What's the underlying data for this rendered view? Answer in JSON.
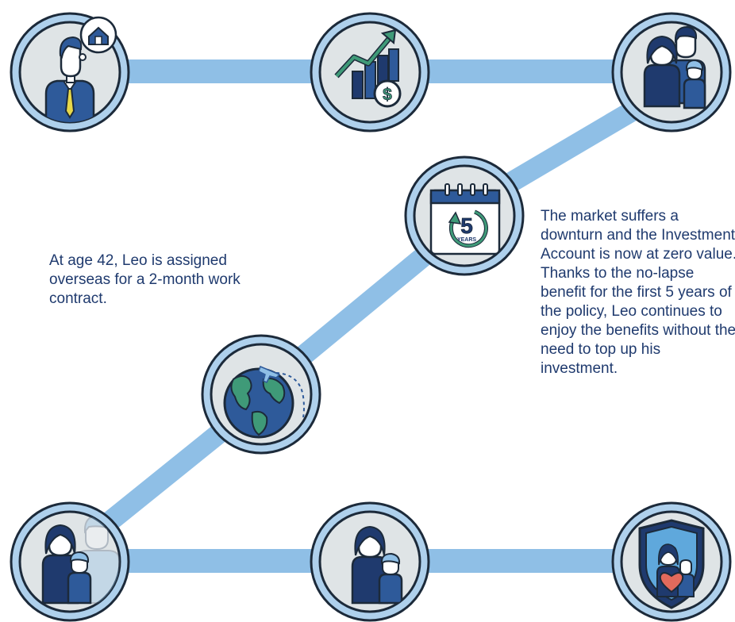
{
  "palette": {
    "path": "#8fbfe6",
    "node_fill": "#dfe4e6",
    "node_ring": "#aed0ec",
    "node_outline": "#1c2a3a",
    "navy": "#1f3a6e",
    "accent_teal": "#3f9a78",
    "accent_yellow": "#e8d84a",
    "accent_heart": "#e26a5c"
  },
  "nodes": [
    {
      "name": "node-man-dreaming-home",
      "icon": "man-thinking-house-icon"
    },
    {
      "name": "node-investment-growth",
      "icon": "growth-chart-dollar-icon"
    },
    {
      "name": "node-family",
      "icon": "family-icon"
    },
    {
      "name": "node-five-years",
      "icon": "calendar-5-years-icon"
    },
    {
      "name": "node-overseas",
      "icon": "globe-airplane-icon"
    },
    {
      "name": "node-family-father-absent",
      "icon": "family-faded-father-icon"
    },
    {
      "name": "node-mother-child",
      "icon": "mother-child-icon"
    },
    {
      "name": "node-family-protected",
      "icon": "shield-heart-family-icon"
    }
  ],
  "icons": {
    "calendar_number": "5",
    "calendar_caption": "YEARS",
    "dollar_sign": "$"
  },
  "captions": {
    "left": "At age 42, Leo is assigned overseas for a 2-month work contract.",
    "right": "The market suffers a downturn and the Investment Account is now at zero value. Thanks to the no-lapse benefit for the first 5 years of the policy, Leo continues to enjoy the benefits without the need to top up his investment."
  }
}
